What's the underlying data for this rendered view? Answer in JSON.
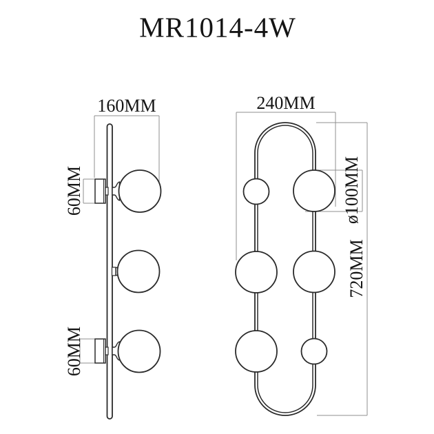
{
  "title": "MR1014-4W",
  "colors": {
    "outline": "#2a2a2a",
    "dimension_lines": "#8f8f8f",
    "text": "#141414",
    "background": "#ffffff",
    "globe_fill": "#ffffff"
  },
  "side_view": {
    "depth_dimension_label": "160MM",
    "top_arm_dimension_label": "60MM",
    "bottom_arm_dimension_label": "60MM"
  },
  "front_view": {
    "width_dimension_label": "240MM",
    "globe_diameter_label": "ø100MM",
    "height_dimension_label": "720MM"
  }
}
